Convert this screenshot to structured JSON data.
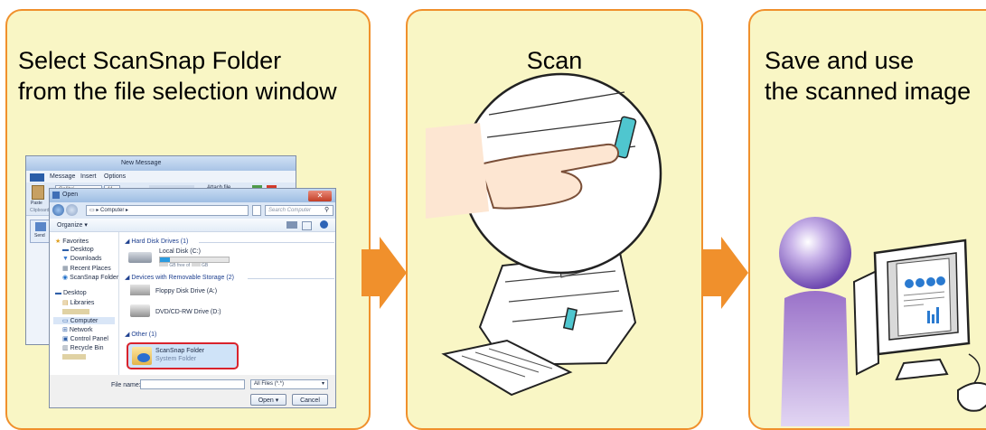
{
  "steps": [
    {
      "title": "Select ScanSnap Folder\nfrom the file selection window"
    },
    {
      "title": "Scan"
    },
    {
      "title": "Save and use\nthe scanned image"
    }
  ],
  "mail_window": {
    "title": "New Message",
    "tabs": [
      "Message",
      "Insert",
      "Options"
    ],
    "font_name": "Calibri",
    "font_size": "11",
    "paste_label": "Paste",
    "clipboard_label": "Clipboard",
    "send_label": "Send",
    "attach_label": "Attach file"
  },
  "open_dialog": {
    "title": "Open",
    "breadcrumb": "Computer",
    "search_placeholder": "Search Computer",
    "organize_label": "Organize",
    "nav_items": [
      "Favorites",
      "Desktop",
      "Downloads",
      "Recent Places",
      "ScanSnap Folder",
      "Desktop",
      "Libraries",
      "Computer",
      "Network",
      "Control Panel",
      "Recycle Bin"
    ],
    "groups": [
      {
        "title": "Hard Disk Drives (1)"
      },
      {
        "title": "Devices with Removable Storage (2)"
      },
      {
        "title": "Other (1)"
      }
    ],
    "local_disk_label": "Local Disk (C:)",
    "local_disk_free": "GB free of",
    "local_disk_total": "GB",
    "floppy_label": "Floppy Disk Drive (A:)",
    "dvd_label": "DVD/CD-RW Drive (D:)",
    "scansnap_label": "ScanSnap Folder",
    "scansnap_sublabel": "System Folder",
    "filename_label": "File name:",
    "filetype_value": "All Files (*.*)",
    "open_button": "Open",
    "cancel_button": "Cancel"
  },
  "colors": {
    "panel_fill": "#f9f6c5",
    "panel_border": "#f0902c",
    "arrow": "#f0902c",
    "highlight": "#d9232c",
    "person": "#9a72c9"
  }
}
